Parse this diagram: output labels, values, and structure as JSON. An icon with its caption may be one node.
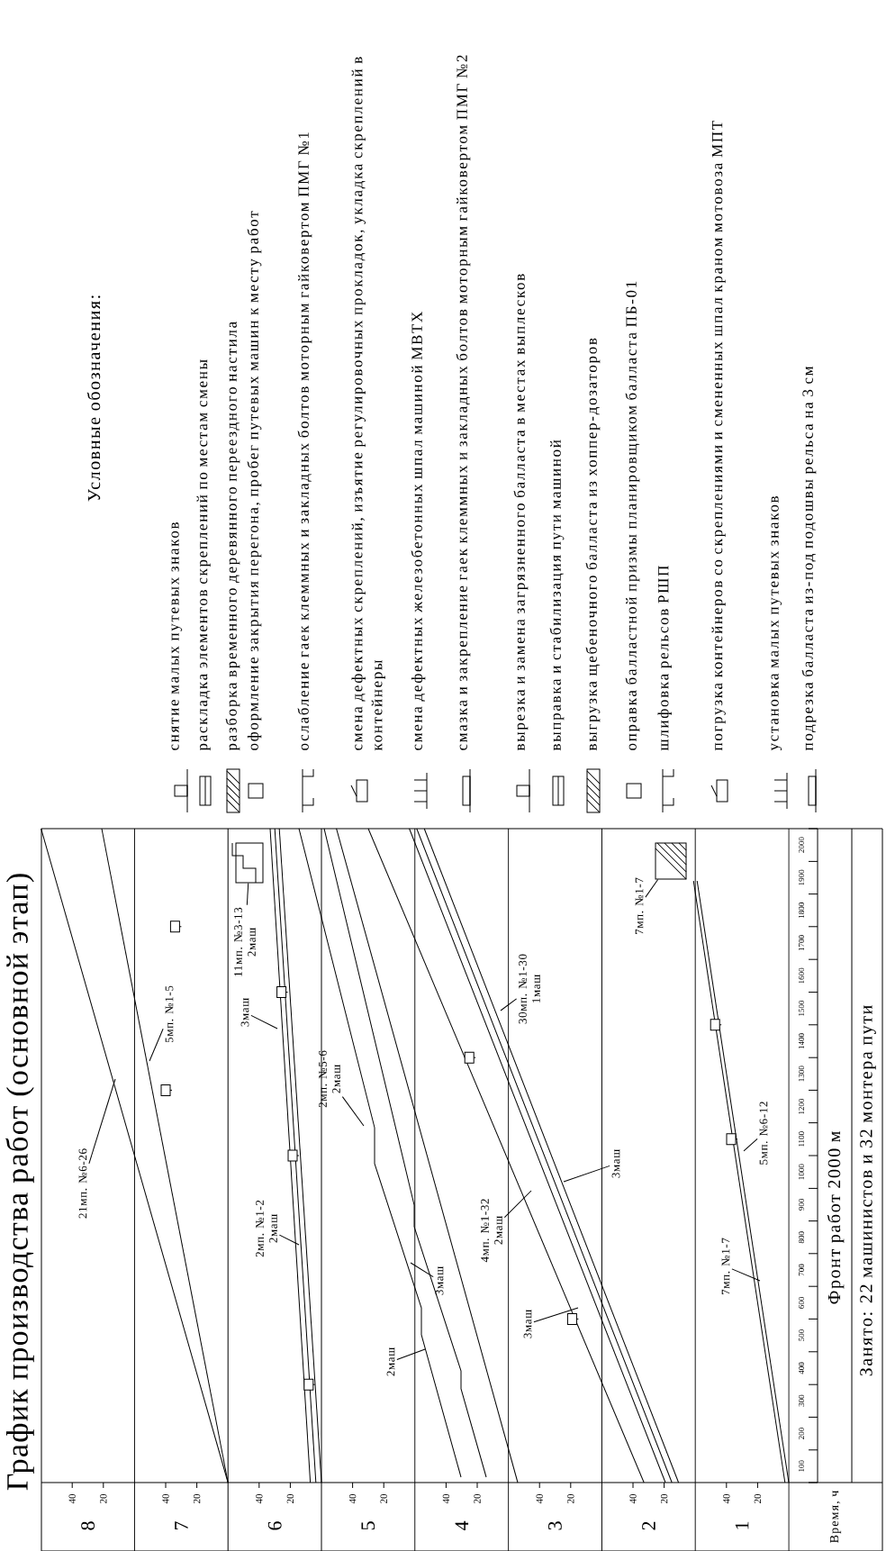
{
  "diagram": {
    "title": "График производства работ (основной этап)",
    "nodes": [
      {
        "text": [
          "21мп. №6-26"
        ]
      },
      {
        "text": [
          "5мп. №1-5"
        ]
      },
      {
        "text": [
          "11мп. №3-13",
          "2маш"
        ]
      },
      {
        "text": [
          "3маш"
        ]
      },
      {
        "text": [
          "2мп. №5-6",
          "2маш"
        ]
      },
      {
        "text": [
          "2мп. №1-2",
          "2маш"
        ]
      },
      {
        "text": [
          "3маш"
        ]
      },
      {
        "text": [
          "2маш"
        ]
      },
      {
        "text": [
          "4мп. №1-32",
          "2маш"
        ]
      },
      {
        "text": [
          "3маш"
        ]
      },
      {
        "text": [
          "3маш"
        ]
      },
      {
        "text": [
          "30мп. №1-30",
          "1маш"
        ]
      },
      {
        "text": [
          "7мп. №1-7"
        ]
      },
      {
        "text": [
          "5мп. №6-12"
        ]
      },
      {
        "text": [
          "7мп. №1-7"
        ]
      },
      {
        "text": [],
        "shape": "box"
      },
      {
        "text": [],
        "shape": "box"
      }
    ],
    "edges": [
      {
        "from": 0,
        "to": null,
        "arrow": "none"
      },
      {
        "from": 1,
        "to": null,
        "arrow": "none"
      },
      {
        "from": 2,
        "to": 15,
        "arrow": "none"
      },
      {
        "from": 3,
        "to": null,
        "arrow": "none"
      },
      {
        "from": 4,
        "to": null,
        "arrow": "none"
      },
      {
        "from": 5,
        "to": null,
        "arrow": "none"
      },
      {
        "from": 6,
        "to": null,
        "arrow": "none"
      },
      {
        "from": 7,
        "to": null,
        "arrow": "none"
      },
      {
        "from": 8,
        "to": null,
        "arrow": "none"
      },
      {
        "from": 9,
        "to": null,
        "arrow": "none"
      },
      {
        "from": 10,
        "to": null,
        "arrow": "none"
      },
      {
        "from": 11,
        "to": null,
        "arrow": "none"
      },
      {
        "from": 12,
        "to": null,
        "arrow": "none"
      },
      {
        "from": 13,
        "to": null,
        "arrow": "none"
      },
      {
        "from": 14,
        "to": 16,
        "arrow": "none"
      }
    ],
    "labels": [
      "8",
      "40",
      "20",
      "7",
      "40",
      "20",
      "6",
      "40",
      "20",
      "5",
      "40",
      "20",
      "4",
      "40",
      "20",
      "3",
      "40",
      "20",
      "2",
      "40",
      "20",
      "1",
      "40",
      "20",
      "Время, ч",
      "100",
      "200",
      "300",
      "400",
      "500",
      "600",
      "700",
      "800",
      "900",
      "1000",
      "1100",
      "1200",
      "1300",
      "1400",
      "1500",
      "1600",
      "1700",
      "1800",
      "1900",
      "2000",
      "Фронт работ 2000 м",
      "Занято: 22 машинистов и 32 монтера пути",
      "Условные обозначения:"
    ],
    "legend": [
      {
        "text": "снятие малых путевых знаков"
      },
      {
        "text": "раскладка элементов скреплений по местам смены"
      },
      {
        "text": "разборка временного деревянного переездного настила"
      },
      {
        "text": "оформление закрытия перегона, пробег путевых машин к месту работ"
      },
      {
        "text": "ослабление гаек клеммных и закладных болтов моторным гайковертом ПМГ №1"
      },
      {
        "text": "смена дефектных скреплений, изъятие регулировочных прокладок, укладка скреплений в контейнеры"
      },
      {
        "text": "смена дефектных железобетонных шпал машиной МВТХ"
      },
      {
        "text": "смазка и закрепление гаек клеммных и закладных болтов моторным гайковертом ПМГ №2"
      },
      {
        "text": "вырезка и замена загрязненного балласта в местах выплесков"
      },
      {
        "text": "выправка и стабилизация пути машиной"
      },
      {
        "text": "выгрузка щебеночного балласта из хоппер-дозаторов"
      },
      {
        "text": "оправка балластной призмы планировщиком балласта ПБ-01"
      },
      {
        "text": "шлифовка рельсов РШП"
      },
      {
        "text": "погрузка контейнеров со скреплениями и смененных шпал краном мотовоза МПТ"
      },
      {
        "text": "установка малых путевых знаков"
      },
      {
        "text": "подрезка балласта из-под подошвы рельса на 3 см"
      }
    ]
  }
}
